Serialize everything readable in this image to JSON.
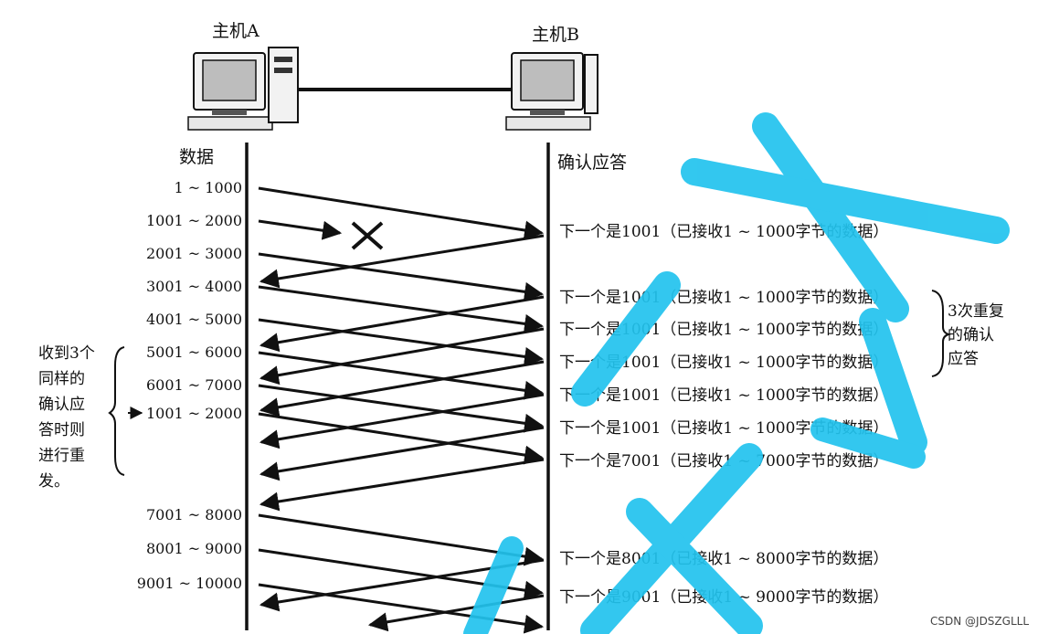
{
  "hosts": {
    "a": "主机A",
    "b": "主机B"
  },
  "headings": {
    "data": "数据",
    "ack": "确认应答"
  },
  "segments": [
    "1 ~ 1000",
    "1001 ~ 2000",
    "2001 ~ 3000",
    "3001 ~ 4000",
    "4001 ~ 5000",
    "5001 ~ 6000",
    "6001 ~ 7000",
    "1001 ~ 2000",
    "7001 ~ 8000",
    "8001 ~ 9000",
    "9001 ~ 10000"
  ],
  "acks": [
    "下一个是1001（已接收1 ~ 1000字节的数据）",
    "下一个是1001（已接收1 ~ 1000字节的数据）",
    "下一个是1001（已接收1 ~ 1000字节的数据）",
    "下一个是1001（已接收1 ~ 1000字节的数据）",
    "下一个是1001（已接收1 ~ 1000字节的数据）",
    "下一个是1001（已接收1 ~ 1000字节的数据）",
    "下一个是7001（已接收1 ~ 7000字节的数据）",
    "下一个是8001（已接收1 ~ 8000字节的数据）",
    "下一个是9001（已接收1 ~ 9000字节的数据）"
  ],
  "left_note": [
    "收到3个",
    "同样的",
    "确认应",
    "答时则",
    "进行重",
    "发。"
  ],
  "right_note": [
    "3次重复",
    "的确认",
    "应答"
  ],
  "watermark": "CSDN @JDSZGLLL",
  "colors": {
    "line": "#111111",
    "overlay": "#22c3ee"
  }
}
